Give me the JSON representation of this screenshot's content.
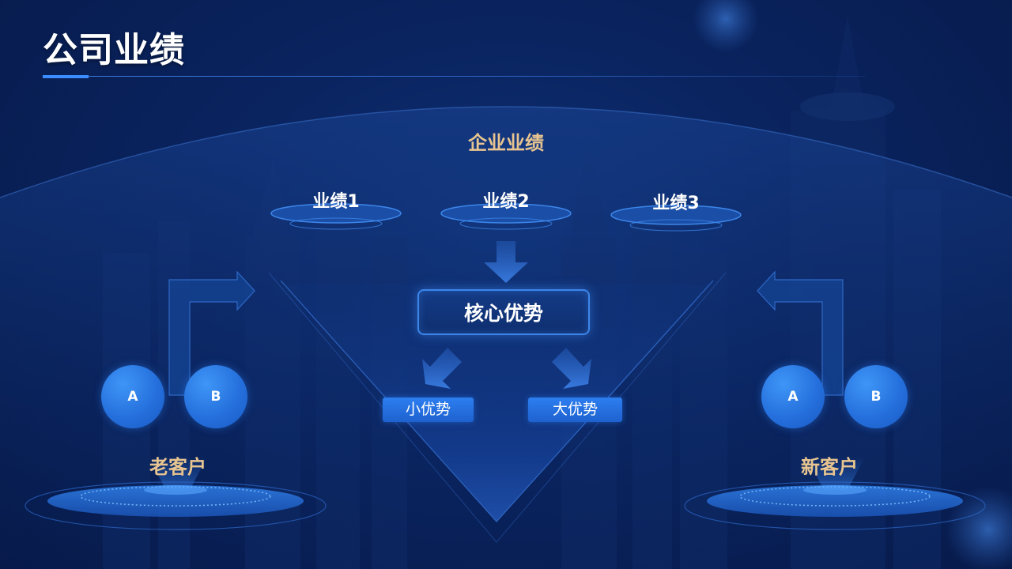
{
  "title": "公司业绩",
  "main_label": "企业业绩",
  "performances": [
    "业绩1",
    "业绩2",
    "业绩3"
  ],
  "core": "核心优势",
  "advantages": [
    "小优势",
    "大优势"
  ],
  "old_customers": {
    "label": "老客户",
    "circles": [
      "A",
      "B"
    ]
  },
  "new_customers": {
    "label": "新客户",
    "circles": [
      "A",
      "B"
    ]
  },
  "colors": {
    "background": "#0a2460",
    "accent_blue": "#2d7ef0",
    "gold_text": "#e8c590",
    "white_text": "#ffffff"
  }
}
